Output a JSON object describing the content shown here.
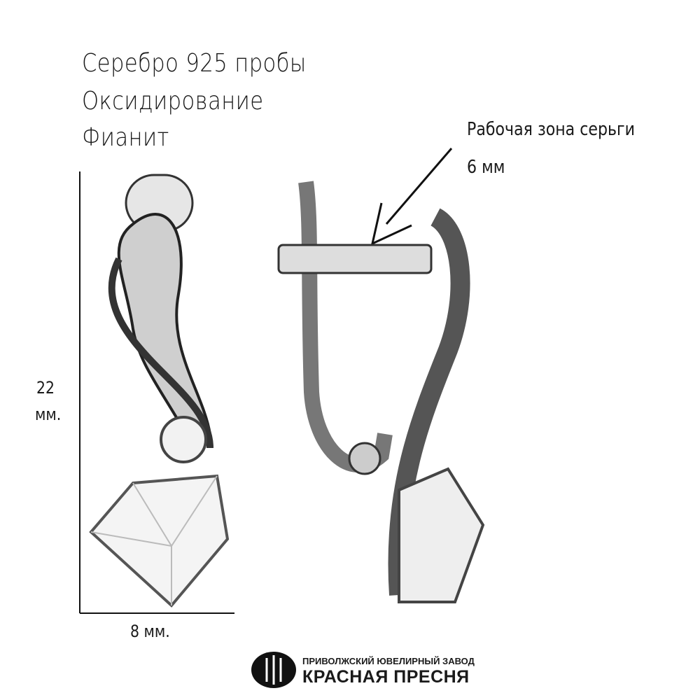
{
  "specs": [
    "Серебро 925 пробы",
    "Оксидирование",
    "Фианит"
  ],
  "annotation": {
    "label": "Рабочая зона серьги",
    "value": "6 мм"
  },
  "dimensions": {
    "height_value": "22",
    "height_unit": "мм.",
    "width": "8 мм."
  },
  "brand": {
    "line1": "ПРИВОЛЖСКИЙ ЮВЕЛИРНЫЙ ЗАВОД",
    "line2": "КРАСНАЯ ПРЕСНЯ"
  }
}
